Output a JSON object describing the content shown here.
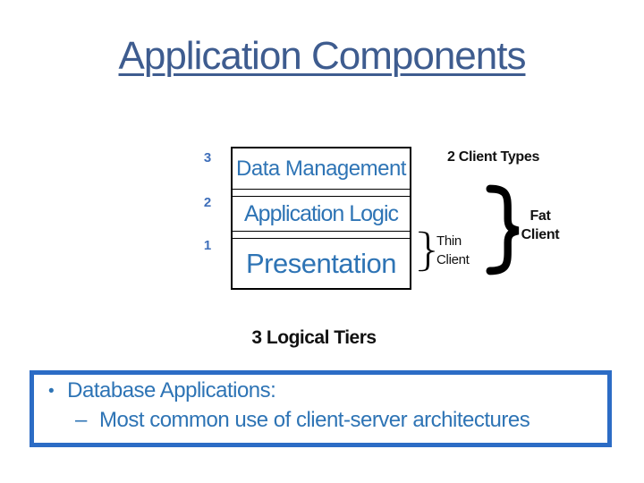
{
  "slide": {
    "title": "Application Components",
    "diagram": {
      "tiers": [
        {
          "number": "3",
          "label": "Data Management"
        },
        {
          "number": "2",
          "label": "Application Logic"
        },
        {
          "number": "1",
          "label": "Presentation"
        }
      ],
      "client_types_heading": "2 Client Types",
      "thin_client": {
        "line1": "Thin",
        "line2": "Client"
      },
      "fat_client": {
        "line1": "Fat",
        "line2": "Client"
      },
      "caption": "3 Logical Tiers"
    },
    "callout": {
      "bullet_symbol": "•",
      "bullet_text": "Database Applications:",
      "sub_bullet_symbol": "–",
      "sub_bullet_text": "Most common use of client-server architectures"
    },
    "colors": {
      "title_blue": "#3e5c8f",
      "tier_label_blue": "#2e74b5",
      "tier_number_blue": "#3f6fba",
      "callout_border_blue": "#2c6cc5",
      "callout_text_blue": "#2e74b5",
      "brace_black": "#000000"
    }
  }
}
